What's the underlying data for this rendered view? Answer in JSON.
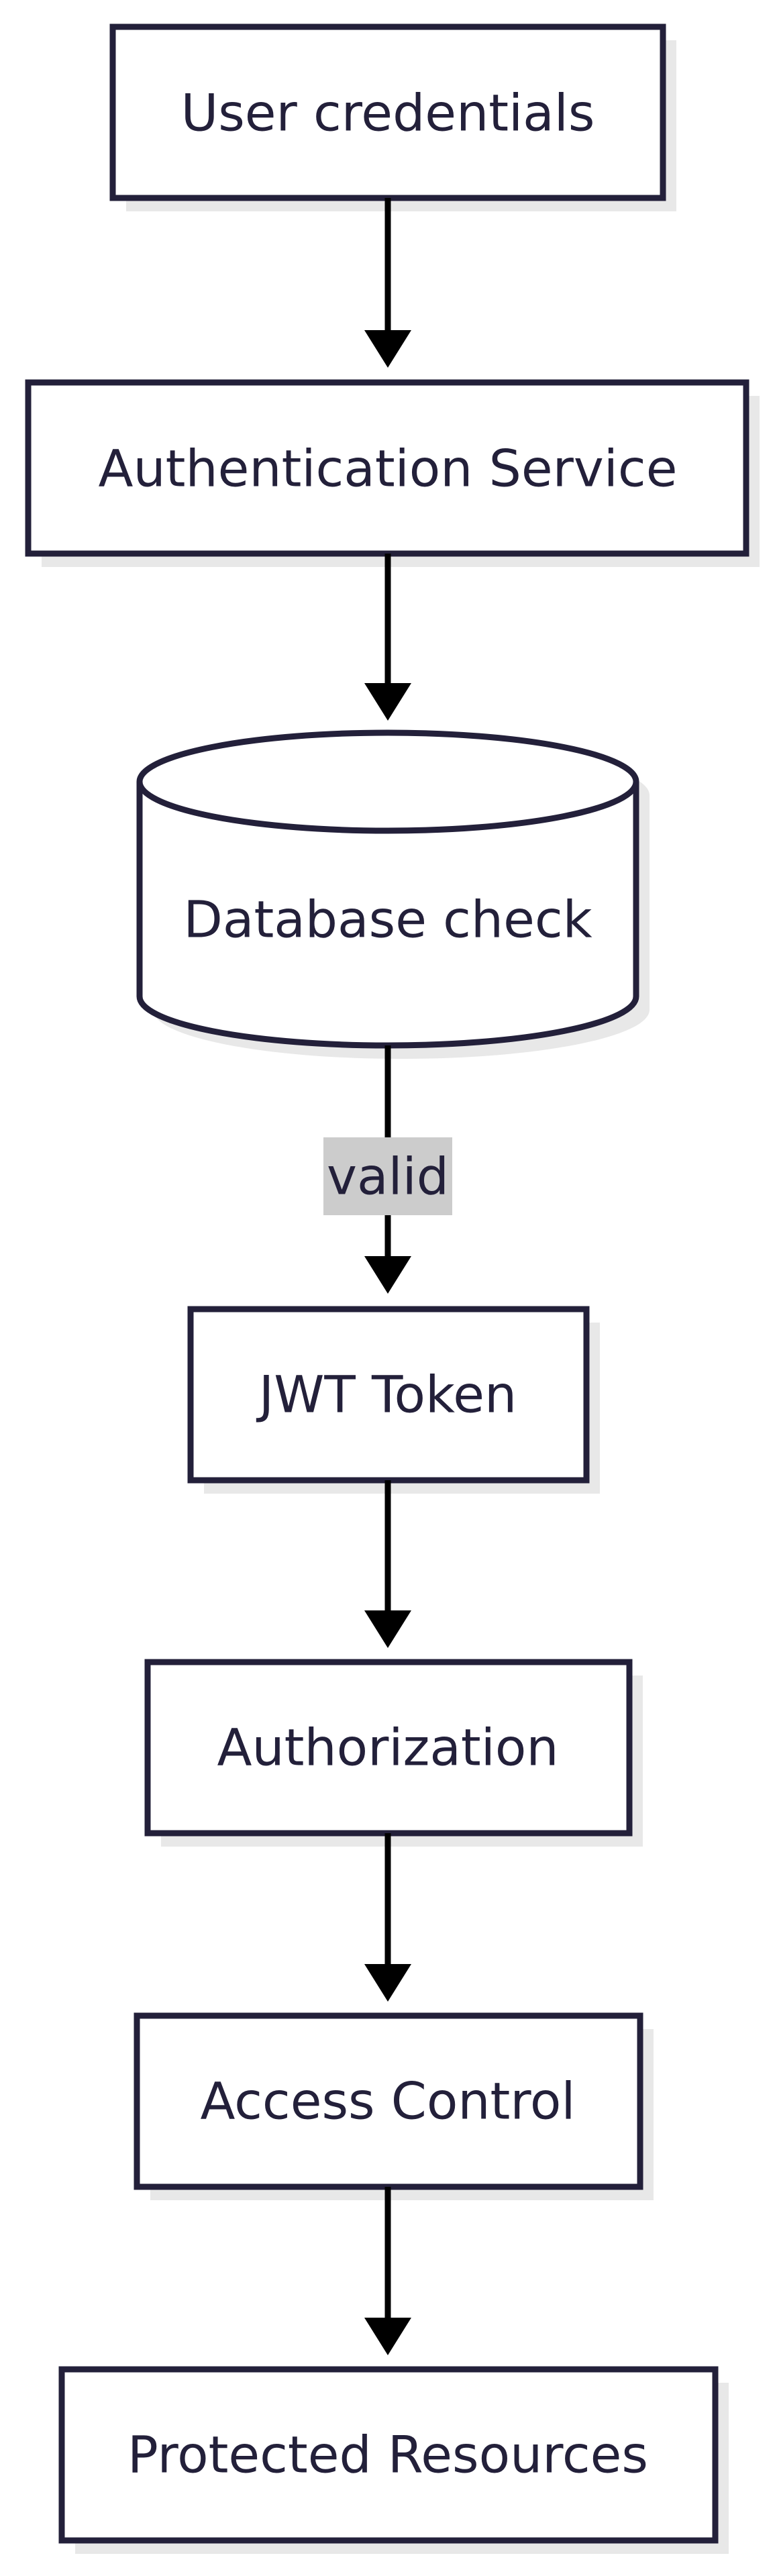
{
  "nodes": {
    "user_credentials": "User credentials",
    "auth_service": "Authentication Service",
    "database_check": "Database check",
    "jwt_token": "JWT Token",
    "authorization": "Authorization",
    "access_control": "Access Control",
    "protected_resources": "Protected Resources"
  },
  "edges": {
    "valid_label": "valid"
  },
  "colors": {
    "stroke": "#23203a",
    "edge": "#000000",
    "shadow": "#e8e8e8",
    "label_background": "#cccccc"
  }
}
